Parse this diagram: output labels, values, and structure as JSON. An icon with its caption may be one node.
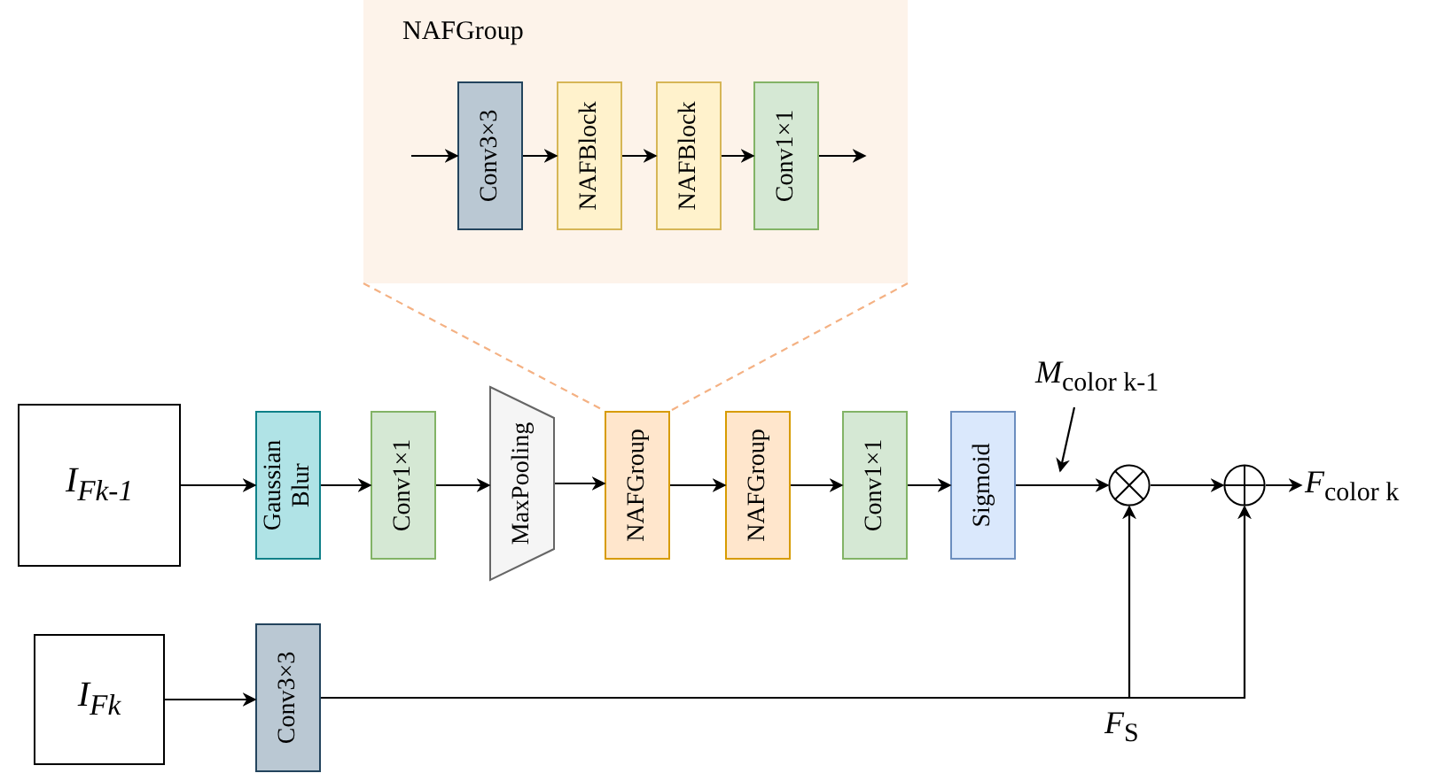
{
  "diagram": {
    "nodes": [
      {
        "text": [
          "NAFGroup"
        ]
      },
      {
        "text": [
          "Conv3×3"
        ],
        "in": 0
      },
      {
        "text": [
          "NAFBlock"
        ],
        "in": 0
      },
      {
        "text": [
          "NAFBlock"
        ],
        "in": 0
      },
      {
        "text": [
          "Conv1×1"
        ],
        "in": 0
      },
      {
        "text": [
          "I$_{Fk-1}$"
        ]
      },
      {
        "text": [
          "Gaussian Blur"
        ]
      },
      {
        "text": [
          "Conv1×1"
        ]
      },
      {
        "text": [
          "MaxPooling"
        ]
      },
      {
        "text": [
          "NAFGroup"
        ]
      },
      {
        "text": [
          "NAFGroup"
        ]
      },
      {
        "text": [
          "Conv1×1"
        ]
      },
      {
        "text": [
          "Sigmoid"
        ]
      },
      {
        "text": [],
        "shape": "circle"
      },
      {
        "text": [],
        "shape": "circle"
      },
      {
        "text": [
          "I$_{Fk}$"
        ]
      },
      {
        "text": [
          "Conv3×3"
        ]
      },
      {
        "text": [
          "*F*$_{color k}$"
        ]
      },
      {
        "text": [
          "*M*$_{color k-1}$"
        ]
      }
    ],
    "edges": [
      {
        "from": null,
        "to": 1,
        "arrow": "to"
      },
      {
        "from": 1,
        "to": 2,
        "arrow": "to"
      },
      {
        "from": 2,
        "to": 3,
        "arrow": "to"
      },
      {
        "from": 3,
        "to": 4,
        "arrow": "to"
      },
      {
        "from": 4,
        "to": null,
        "arrow": "to"
      },
      {
        "from": 5,
        "to": 6,
        "arrow": "to"
      },
      {
        "from": 6,
        "to": 7,
        "arrow": "to"
      },
      {
        "from": 7,
        "to": 8,
        "arrow": "to"
      },
      {
        "from": 8,
        "to": 9,
        "arrow": "to"
      },
      {
        "from": 9,
        "to": 10,
        "arrow": "to"
      },
      {
        "from": 10,
        "to": 11,
        "arrow": "to"
      },
      {
        "from": 11,
        "to": 12,
        "arrow": "to"
      },
      {
        "from": 12,
        "to": 13,
        "arrow": "to"
      },
      {
        "from": 13,
        "to": 14,
        "arrow": "to"
      },
      {
        "from": 14,
        "to": 17,
        "arrow": "to"
      },
      {
        "from": 15,
        "to": 16,
        "arrow": "to"
      },
      {
        "from": 16,
        "to": 13,
        "arrow": "to"
      },
      {
        "from": 16,
        "to": 14,
        "arrow": "to"
      },
      {
        "from": 18,
        "to": 12,
        "arrow": "to"
      },
      {
        "from": 0,
        "to": 9,
        "arrow": "none",
        "style": "dashed",
        "color": "#f4b183"
      },
      {
        "from": 0,
        "to": 9,
        "arrow": "none",
        "style": "dashed",
        "color": "#f4b183"
      }
    ],
    "labels": [
      "*F*$_{S}$"
    ]
  }
}
